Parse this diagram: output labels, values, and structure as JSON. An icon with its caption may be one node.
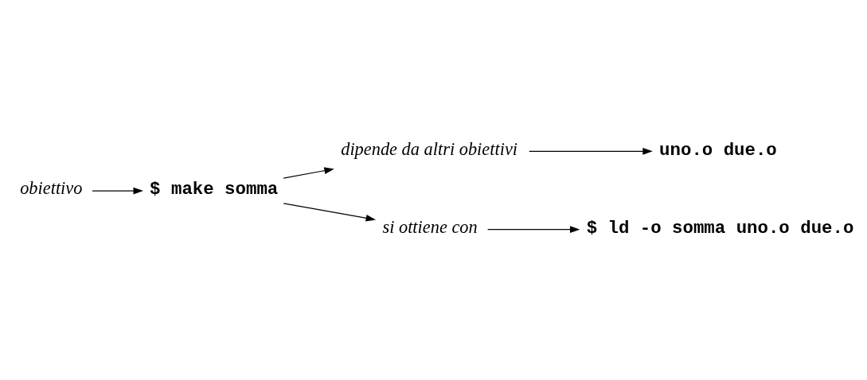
{
  "diagram": {
    "nodes": [
      {
        "text": [
          "obiettivo"
        ]
      },
      {
        "text": [
          "$ make somma"
        ]
      },
      {
        "text": [
          "dipende da altri obiettivi"
        ]
      },
      {
        "text": [
          "uno.o due.o"
        ]
      },
      {
        "text": [
          "si ottiene con"
        ]
      },
      {
        "text": [
          "$ ld -o somma uno.o due.o"
        ]
      }
    ],
    "edges": [
      {
        "from": 0,
        "to": 1,
        "arrow": "to"
      },
      {
        "from": 1,
        "to": 2,
        "arrow": "to"
      },
      {
        "from": 2,
        "to": 3,
        "arrow": "to"
      },
      {
        "from": 1,
        "to": 4,
        "arrow": "to"
      },
      {
        "from": 4,
        "to": 5,
        "arrow": "to"
      }
    ]
  }
}
